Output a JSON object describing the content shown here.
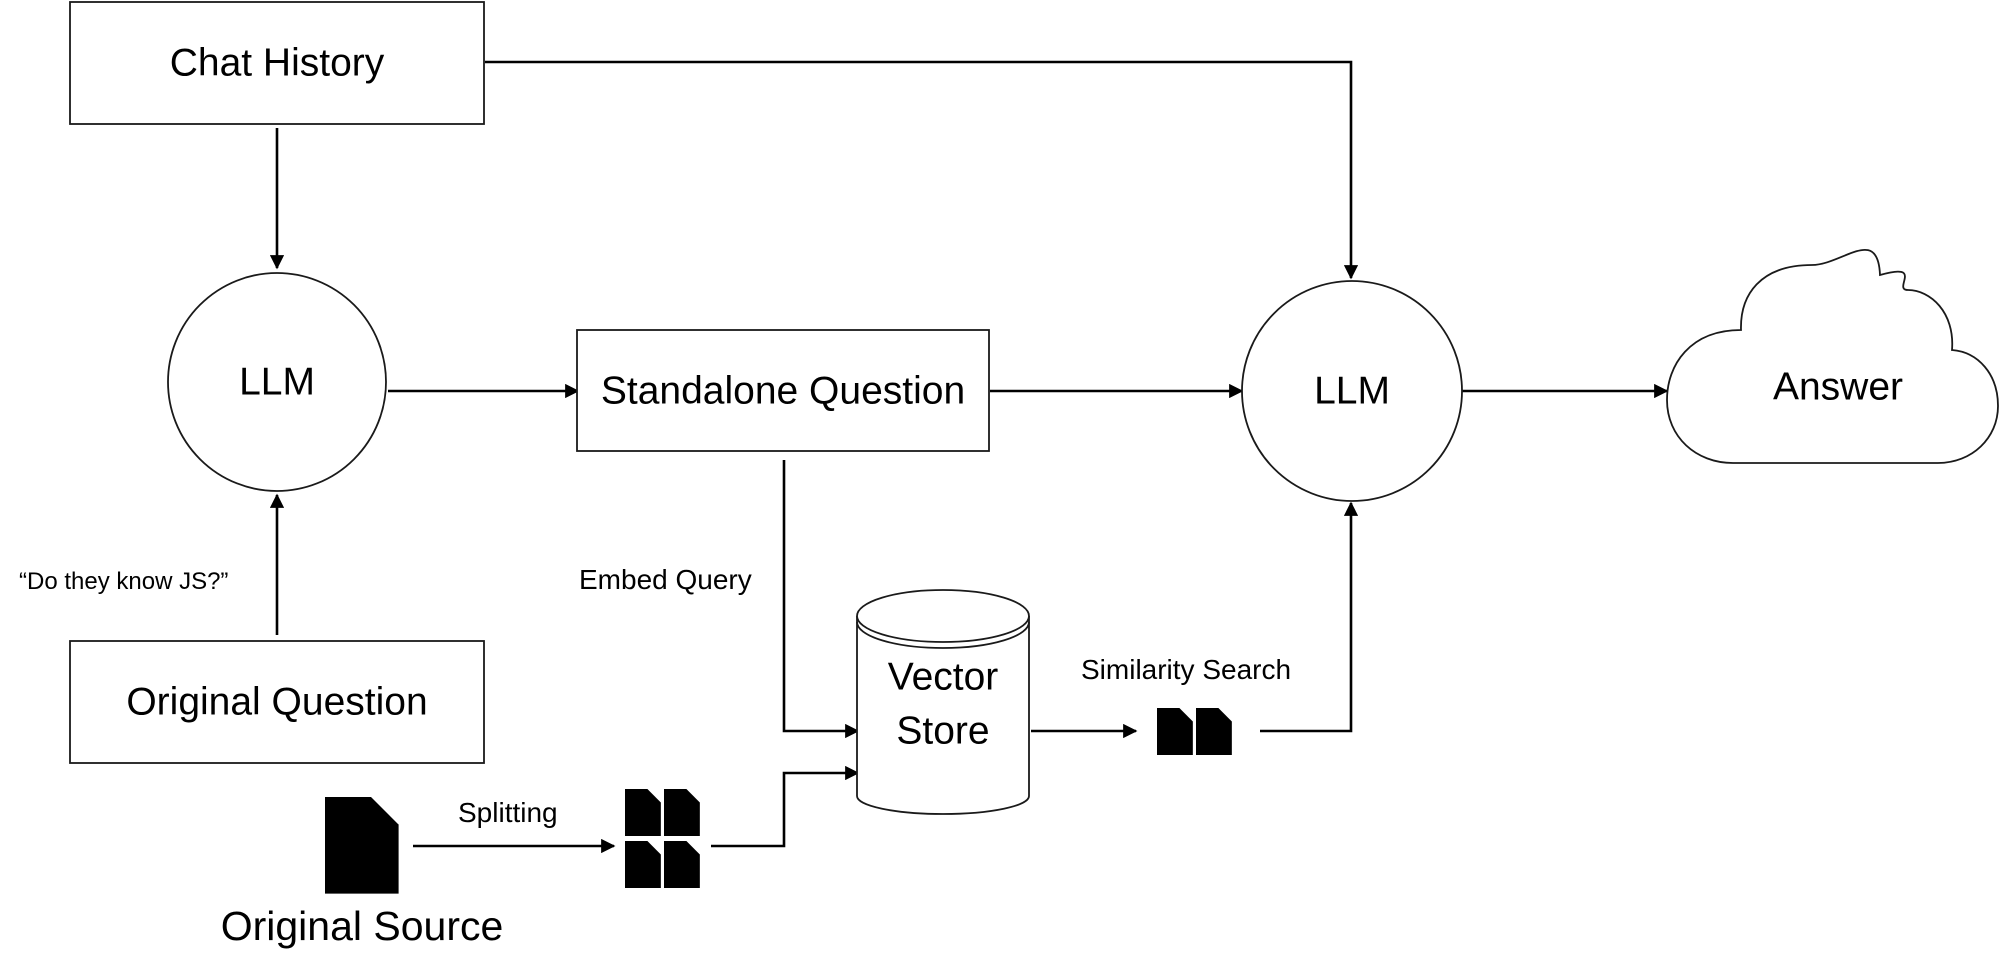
{
  "nodes": {
    "chat_history": "Chat History",
    "llm_left": "LLM",
    "standalone_question": "Standalone Question",
    "llm_right": "LLM",
    "answer": "Answer",
    "original_question": "Original Question",
    "vector_store_line1": "Vector",
    "vector_store_line2": "Store",
    "original_source": "Original Source"
  },
  "edge_labels": {
    "question_quote": "“Do they know JS?”",
    "embed_query": "Embed Query",
    "similarity_search": "Similarity Search",
    "splitting": "Splitting"
  },
  "icons": {
    "source_document": "document-icon",
    "split_chunks": "document-chunks-icon",
    "retrieved_documents": "documents-icon"
  },
  "colors": {
    "stroke": "#000000",
    "background": "#ffffff"
  }
}
